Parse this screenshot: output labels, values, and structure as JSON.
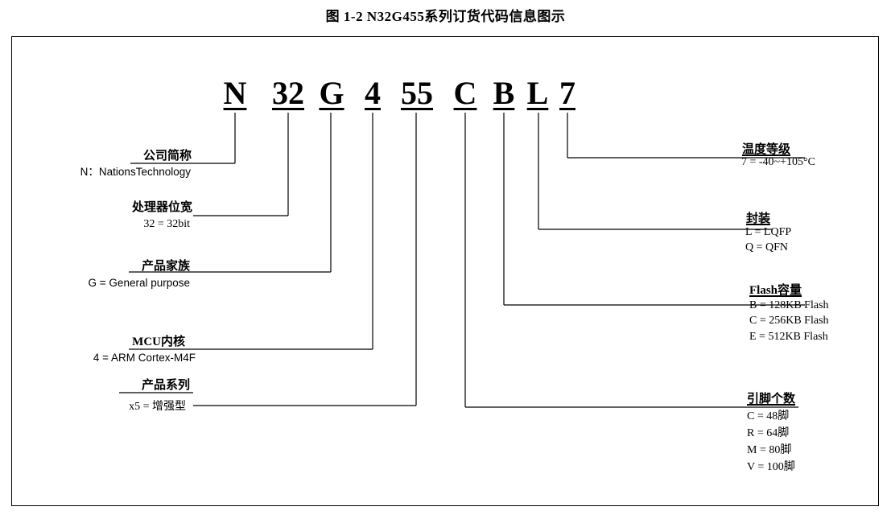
{
  "caption": "图 1-2 N32G455系列订货代码信息图示",
  "code_letters": [
    "N",
    "32",
    "G",
    "4",
    "55",
    "C",
    "B",
    "L",
    "7"
  ],
  "left_blocks": [
    {
      "title": "公司简称",
      "lines": [
        "N：NationsTechnology"
      ]
    },
    {
      "title": "处理器位宽",
      "lines": [
        "32 = 32bit"
      ]
    },
    {
      "title": "产品家族",
      "lines": [
        "G = General purpose"
      ]
    },
    {
      "title": "MCU内核",
      "lines": [
        "4 = ARM Cortex-M4F"
      ]
    },
    {
      "title": "产品系列",
      "lines": [
        "x5 = 增强型"
      ]
    }
  ],
  "right_blocks": [
    {
      "title": "温度等级",
      "lines": [
        "7 = -40~+105°C"
      ]
    },
    {
      "title": "封装",
      "lines": [
        "L = LQFP",
        "Q = QFN"
      ]
    },
    {
      "title": "Flash容量",
      "lines": [
        "B = 128KB Flash",
        "C = 256KB Flash",
        "E = 512KB Flash"
      ]
    },
    {
      "title": "引脚个数",
      "lines": [
        "C = 48脚",
        "R = 64脚",
        "M = 80脚",
        "V = 100脚"
      ]
    }
  ]
}
